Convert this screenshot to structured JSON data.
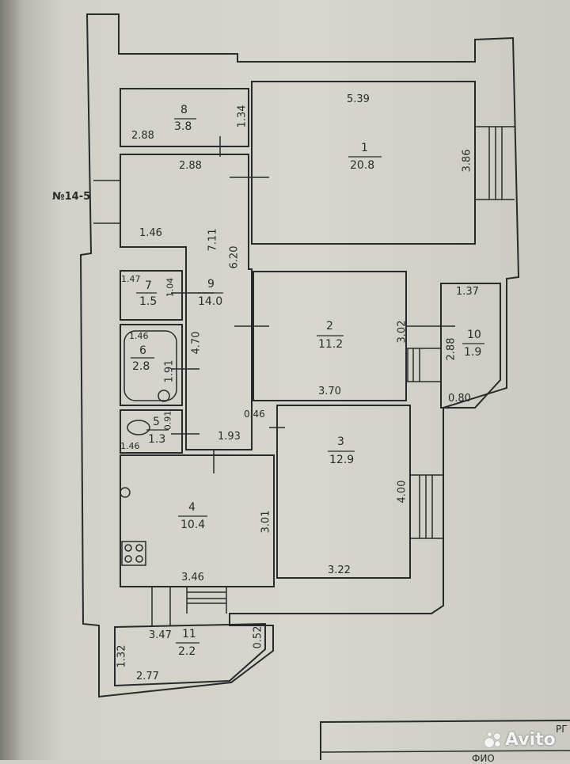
{
  "rooms": [
    {
      "id": "8",
      "number": "8",
      "area": "3.8"
    },
    {
      "id": "1",
      "number": "1",
      "area": "20.8"
    },
    {
      "id": "9",
      "number": "9",
      "area": "14.0"
    },
    {
      "id": "7",
      "number": "7",
      "area": "1.5"
    },
    {
      "id": "6",
      "number": "6",
      "area": "2.8"
    },
    {
      "id": "2",
      "number": "2",
      "area": "11.2"
    },
    {
      "id": "10",
      "number": "10",
      "area": "1.9"
    },
    {
      "id": "5",
      "number": "5",
      "area": "1.3"
    },
    {
      "id": "3",
      "number": "3",
      "area": "12.9"
    },
    {
      "id": "4",
      "number": "4",
      "area": "10.4"
    },
    {
      "id": "11",
      "number": "11",
      "area": "2.2"
    }
  ],
  "dimensions": {
    "d_5_39": "5.39",
    "d_1_34": "1.34",
    "d_2_88_a": "2.88",
    "d_2_88_b": "2.88",
    "d_3_86": "3.86",
    "d_1_46_a": "1.46",
    "d_7_11": "7.11",
    "d_6_20": "6.20",
    "d_1_47": "1.47",
    "d_1_04": "1.04",
    "d_1_46_b": "1.46",
    "d_4_70": "4.70",
    "d_1_91": "1.91",
    "d_3_02": "3.02",
    "d_1_37": "1.37",
    "d_2_88_c": "2.88",
    "d_3_70": "3.70",
    "d_0_80": "0.80",
    "d_0_91": "0.91",
    "d_0_46": "0.46",
    "d_1_46_c": "1.46",
    "d_1_93": "1.93",
    "d_4_00": "4.00",
    "d_3_01": "3.01",
    "d_3_46": "3.46",
    "d_3_22": "3.22",
    "d_3_47": "3.47",
    "d_0_52": "0.52",
    "d_1_32": "1.32",
    "d_2_77": "2.77"
  },
  "stair_label": "№14-5",
  "stamp": {
    "corner_text": "РГ",
    "name_text": "ФИО"
  },
  "watermark": {
    "text": "Avito"
  }
}
